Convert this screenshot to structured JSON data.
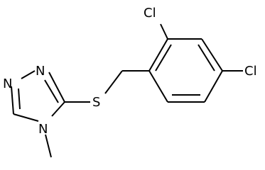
{
  "diagram": {
    "atom_labels": {
      "chlorine_top": "Cl",
      "chlorine_right": "Cl",
      "sulfur": "S",
      "nitrogen_1": "N",
      "nitrogen_2": "N",
      "nitrogen_4": "N"
    },
    "colors": {
      "bond": "#000000",
      "label": "#000000",
      "background": "#ffffff"
    }
  }
}
